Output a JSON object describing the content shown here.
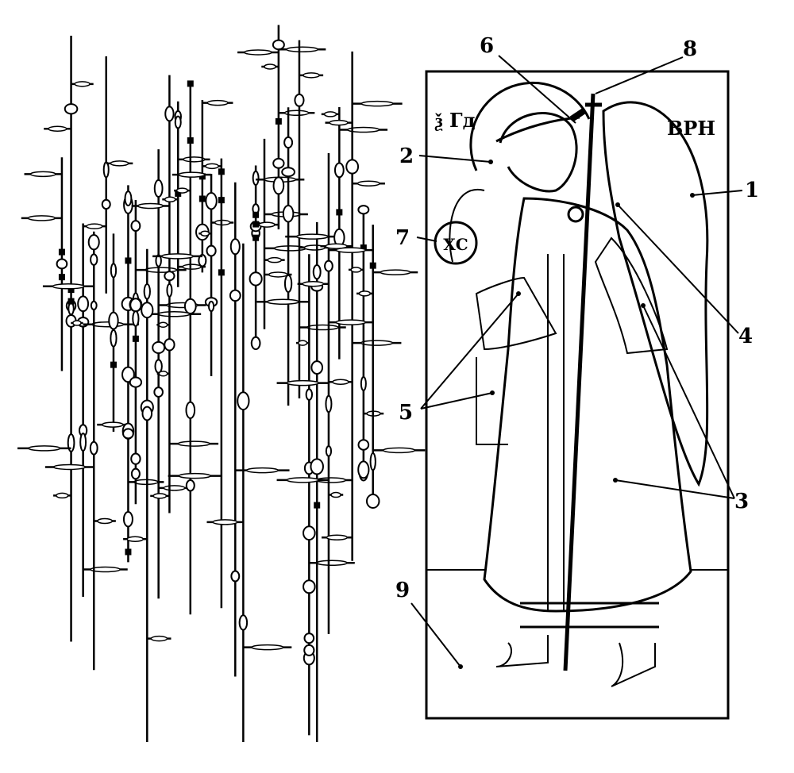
{
  "figure": {
    "left_panel": "abstract-pattern",
    "right_panel": "icon-angel",
    "inscriptions": {
      "left": "ѯ Гд",
      "right": "ВРН"
    },
    "callouts": [
      {
        "id": "6",
        "label": "6"
      },
      {
        "id": "8",
        "label": "8"
      },
      {
        "id": "2",
        "label": "2"
      },
      {
        "id": "1",
        "label": "1"
      },
      {
        "id": "7",
        "label": "7"
      },
      {
        "id": "4",
        "label": "4"
      },
      {
        "id": "5",
        "label": "5"
      },
      {
        "id": "3",
        "label": "3"
      },
      {
        "id": "9",
        "label": "9"
      }
    ],
    "medallion_text": "ХС"
  }
}
